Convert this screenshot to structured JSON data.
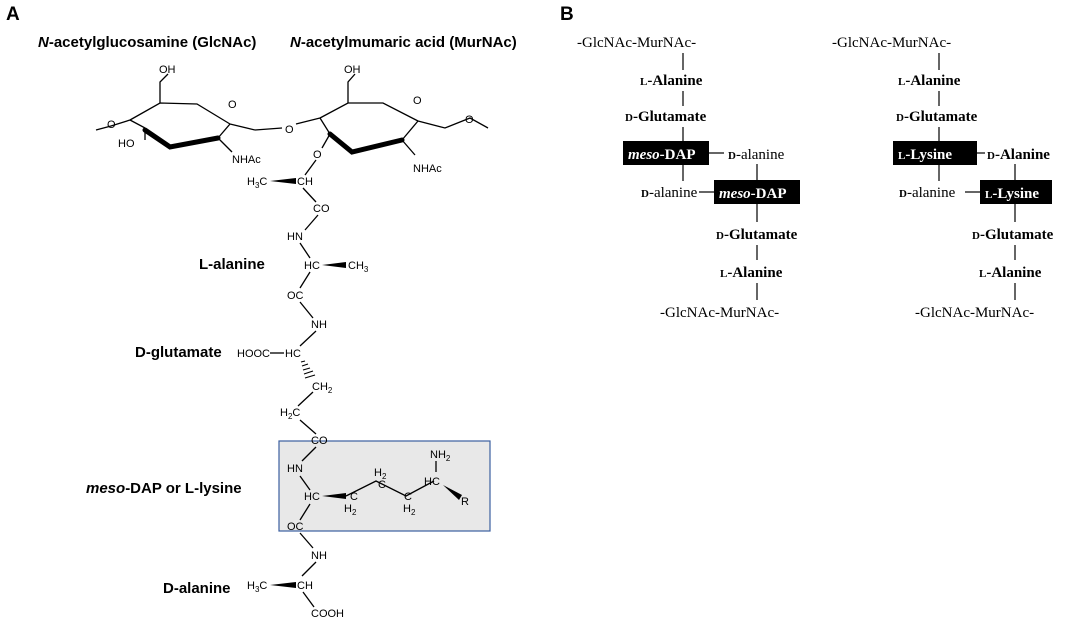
{
  "panel_a": {
    "letter": "A",
    "glcnac_label_italic": "N",
    "glcnac_label_rest": "-acetylglucosamine (GlcNAc)",
    "murnac_label_italic": "N",
    "murnac_label_rest": "-acetylmumaric acid (MurNAc)",
    "l_alanine": "L-alanine",
    "d_glutamate": "D-glutamate",
    "meso_italic": "meso",
    "meso_rest": "-DAP or L-lysine",
    "d_alanine": "D-alanine",
    "box_fill": "#e8e8e8",
    "box_stroke": "#3b5fa0",
    "atoms": {
      "oh": "OH",
      "ho": "HO",
      "o": "O",
      "nhac": "NHAc",
      "h3c": "H",
      "h3c_sub": "3",
      "h3c_c": "C",
      "ch": "CH",
      "co": "CO",
      "hn": "HN",
      "hc": "HC",
      "ch3": "CH",
      "ch3_sub": "3",
      "oc": "OC",
      "nh": "NH",
      "hooc": "HOOC",
      "ch2": "CH",
      "ch2_sub": "2",
      "h2c": "H",
      "h2c_sub": "2",
      "h2c_c": "C",
      "nh2": "NH",
      "nh2_sub": "2",
      "h2": "H",
      "h2_sub": "2",
      "r": "R",
      "cooh": "COOH",
      "c": "C"
    }
  },
  "panel_b": {
    "letter": "B",
    "left": {
      "top": "-GlcNAc-MurNAc-",
      "l_prefix": "L",
      "alanine": "-Alanine",
      "d_prefix": "D",
      "glutamate": "-Glutamate",
      "box1_italic": "meso",
      "box1_rest": "-DAP",
      "dalanine_right_prefix": "D",
      "dalanine_right": "-alanine",
      "dalanine_left_prefix": "D",
      "dalanine_left": "-alanine",
      "box2_italic": "meso",
      "box2_rest": "-DAP",
      "glutamate2": "-Glutamate",
      "alanine2": "-Alanine",
      "bottom": "-GlcNAc-MurNAc-"
    },
    "right": {
      "top": "-GlcNAc-MurNAc-",
      "alanine": "-Alanine",
      "glutamate": "-Glutamate",
      "box1": "-Lysine",
      "dalanine_right": "-Alanine",
      "dalanine_left": "-alanine",
      "box2": "-Lysine",
      "glutamate2": "-Glutamate",
      "alanine2": "-Alanine",
      "bottom": "-GlcNAc-MurNAc-",
      "l_prefix": "L",
      "d_prefix": "D"
    }
  }
}
